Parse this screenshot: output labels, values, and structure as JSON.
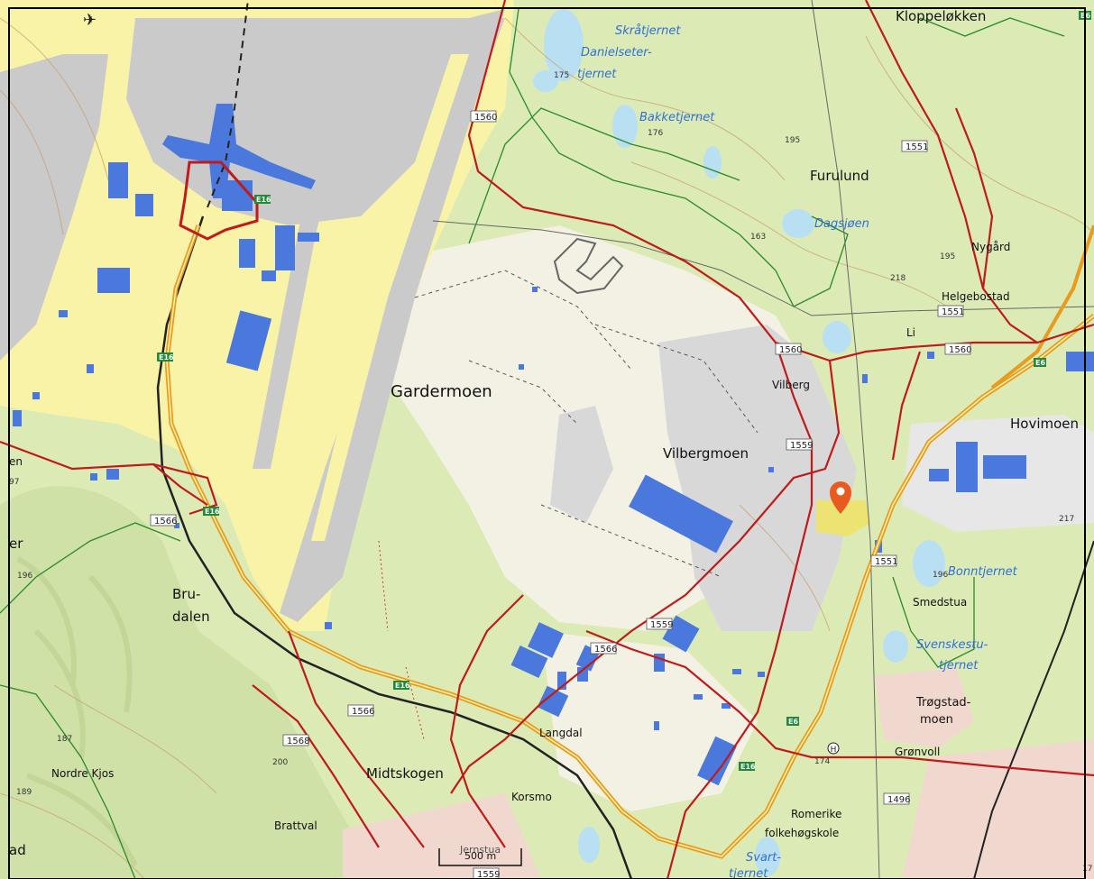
{
  "map": {
    "places": {
      "gardermoen": "Gardermoen",
      "vilbergmoen": "Vilbergmoen",
      "furulund": "Furulund",
      "hovimoen": "Hovimoen",
      "kloppelokken": "Kloppeløkken",
      "nygard": "Nygård",
      "helgebostad": "Helgebostad",
      "li": "Li",
      "vilberg": "Vilberg",
      "smedstua": "Smedstua",
      "trogstad": "Trøgstad-",
      "moen": "moen",
      "gronvoll": "Grønvoll",
      "romerike": "Romerike",
      "folkehogskole": "folkehøgskole",
      "langdal": "Langdal",
      "midtskogen": "Midtskogen",
      "korsmo": "Korsmo",
      "brattval": "Brattval",
      "nordre_kjos": "Nordre Kjos",
      "bru": "Bru-",
      "dalen": "dalen",
      "jernstua": "Jernstua",
      "edge_en": "en",
      "edge_er": "er",
      "edge_ad": "ad"
    },
    "water": {
      "skratjernet": "Skråtjernet",
      "danielseter": "Danielseter-",
      "tjernet1": "tjernet",
      "bakketjernet": "Bakketjernet",
      "dagsjoen": "Dagsjøen",
      "bonntjernet": "Bonntjernet",
      "svenskestu": "Svenskestu-",
      "tjernet2": "tjernet",
      "svart": "Svart-",
      "tjernet3": "tjernet"
    },
    "elevations": [
      "175",
      "176",
      "195",
      "163",
      "195",
      "218",
      "217",
      "196",
      "196",
      "97",
      "187",
      "200",
      "189",
      "174",
      "17"
    ],
    "roads": {
      "r1560a": "1560",
      "r1560b": "1560",
      "r1560c": "1560",
      "r1551a": "1551",
      "r1551b": "1551",
      "r1551c": "1551",
      "r1559a": "1559",
      "r1559b": "1559",
      "r1559c": "1559",
      "r1566a": "1566",
      "r1566b": "1566",
      "r1566c": "1566",
      "r1568": "1568",
      "r1496": "1496",
      "e16": "E16",
      "e6": "E6"
    },
    "scale_label": "500 m",
    "hospital_symbol": "H",
    "marker_color": "#e85a1f",
    "colors": {
      "forest": "#dcebb5",
      "open": "#f3f1e4",
      "airport": "#f8f3a6",
      "runway": "#c9c9c9",
      "building": "#4a78dc",
      "water": "#b9dff3",
      "main_road": "#c01a1a",
      "highway": "#e89b1c",
      "railway": "#222222",
      "trail": "#2a8a2a",
      "urban": "#f1d8cf"
    }
  }
}
